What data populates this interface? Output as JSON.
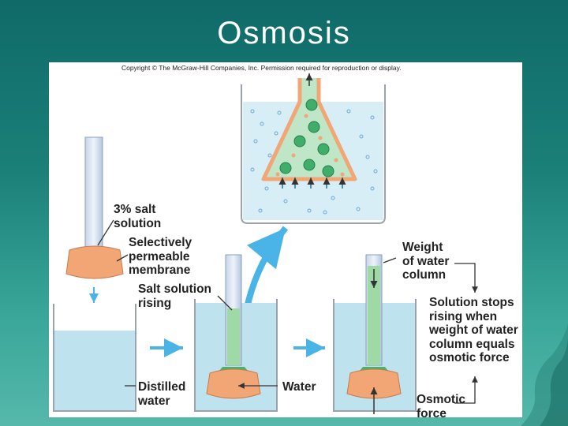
{
  "slide": {
    "title": "Osmosis"
  },
  "figure": {
    "copyright": "Copyright © The McGraw-Hill Companies, Inc. Permission required for reproduction or display.",
    "labels": {
      "salt_solution": "3% salt solution",
      "membrane": "Selectively permeable membrane",
      "salt_rising": "Salt solution rising",
      "distilled_water": "Distilled water",
      "water": "Water",
      "weight": "Weight of water column",
      "stops": "Solution stops rising when weight of water column equals osmotic force",
      "osmotic_force": "Osmotic force"
    }
  },
  "colors": {
    "background_top": "#0f6a68",
    "background_bottom": "#56b8ab",
    "water": "#bfe3ee",
    "salt_solution": "#9ed9a6",
    "membrane": "#f2a676",
    "arrow_blue": "#4ab4e6"
  }
}
